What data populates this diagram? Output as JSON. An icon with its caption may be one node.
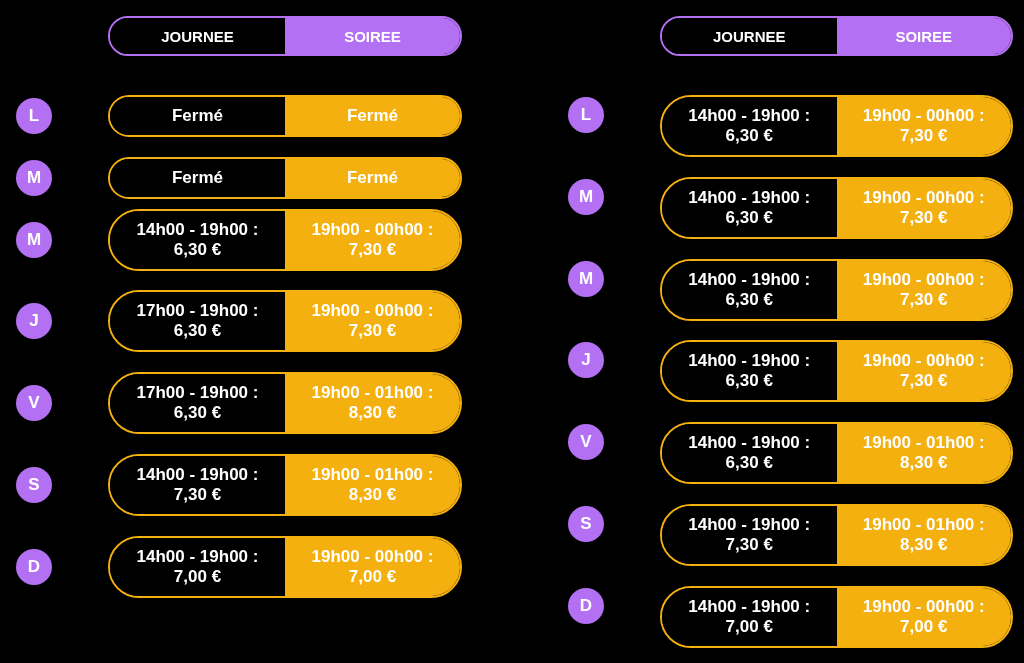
{
  "diagram": {
    "labels": [
      "JOURNEE",
      "SOIREE",
      "L",
      "Fermé",
      "Fermé",
      "M",
      "Fermé",
      "Fermé",
      "M",
      "14h00 - 19h00 : 6,30 €",
      "19h00 - 00h00 : 7,30 €",
      "J",
      "17h00 - 19h00 : 6,30 €",
      "19h00 - 00h00 : 7,30 €",
      "V",
      "17h00 - 19h00 : 6,30 €",
      "19h00 - 01h00 : 8,30 €",
      "S",
      "14h00 - 19h00 : 7,30 €",
      "19h00 - 01h00 : 8,30 €",
      "D",
      "14h00 - 19h00 : 7,00 €",
      "19h00 - 00h00 : 7,00 €",
      "JOURNEE",
      "SOIREE",
      "L",
      "14h00 - 19h00 : 6,30 €",
      "19h00 - 00h00 : 7,30 €",
      "M",
      "14h00 - 19h00 : 6,30 €",
      "19h00 - 00h00 : 7,30 €",
      "M",
      "14h00 - 19h00 : 6,30 €",
      "19h00 - 00h00 : 7,30 €",
      "J",
      "14h00 - 19h00 : 6,30 €",
      "19h00 - 00h00 : 7,30 €",
      "V",
      "14h00 - 19h00 : 6,30 €",
      "19h00 - 01h00 : 8,30 €",
      "S",
      "14h00 - 19h00 : 7,30 €",
      "19h00 - 01h00 : 8,30 €",
      "D",
      "14h00 - 19h00 : 7,00 €",
      "19h00 - 00h00 : 7,00 €"
    ]
  }
}
